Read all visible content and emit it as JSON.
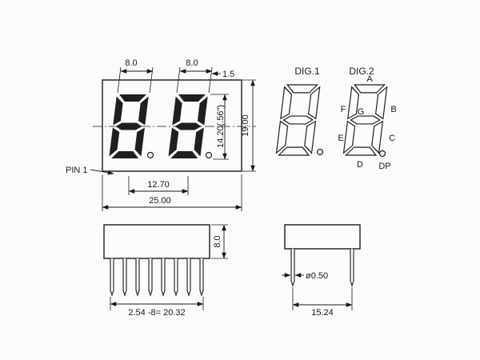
{
  "drawing": {
    "front_view": {
      "pin1_label": "PIN 1",
      "dim_digit1_width": "8.0",
      "dim_digit2_width": "8.0",
      "dim_segment_offset": "1.5",
      "dim_digit_height": "14.20(.56\")",
      "dim_body_height": "19.00",
      "dim_digit_pitch": "12.70",
      "dim_body_width": "25.00"
    },
    "segment_diagram": {
      "digit1_title": "DIG.1",
      "digit2_title": "DIG.2",
      "seg_a": "A",
      "seg_b": "B",
      "seg_c": "C",
      "seg_d": "D",
      "seg_e": "E",
      "seg_f": "F",
      "seg_g": "G",
      "seg_dp": "DP"
    },
    "side_view": {
      "dim_body_thickness": "8.0",
      "dim_pin_pitch": "2.54 -8= 20.32"
    },
    "end_view": {
      "dim_pin_diameter": "ø0.50",
      "dim_pin_row_spacing": "15.24"
    }
  }
}
